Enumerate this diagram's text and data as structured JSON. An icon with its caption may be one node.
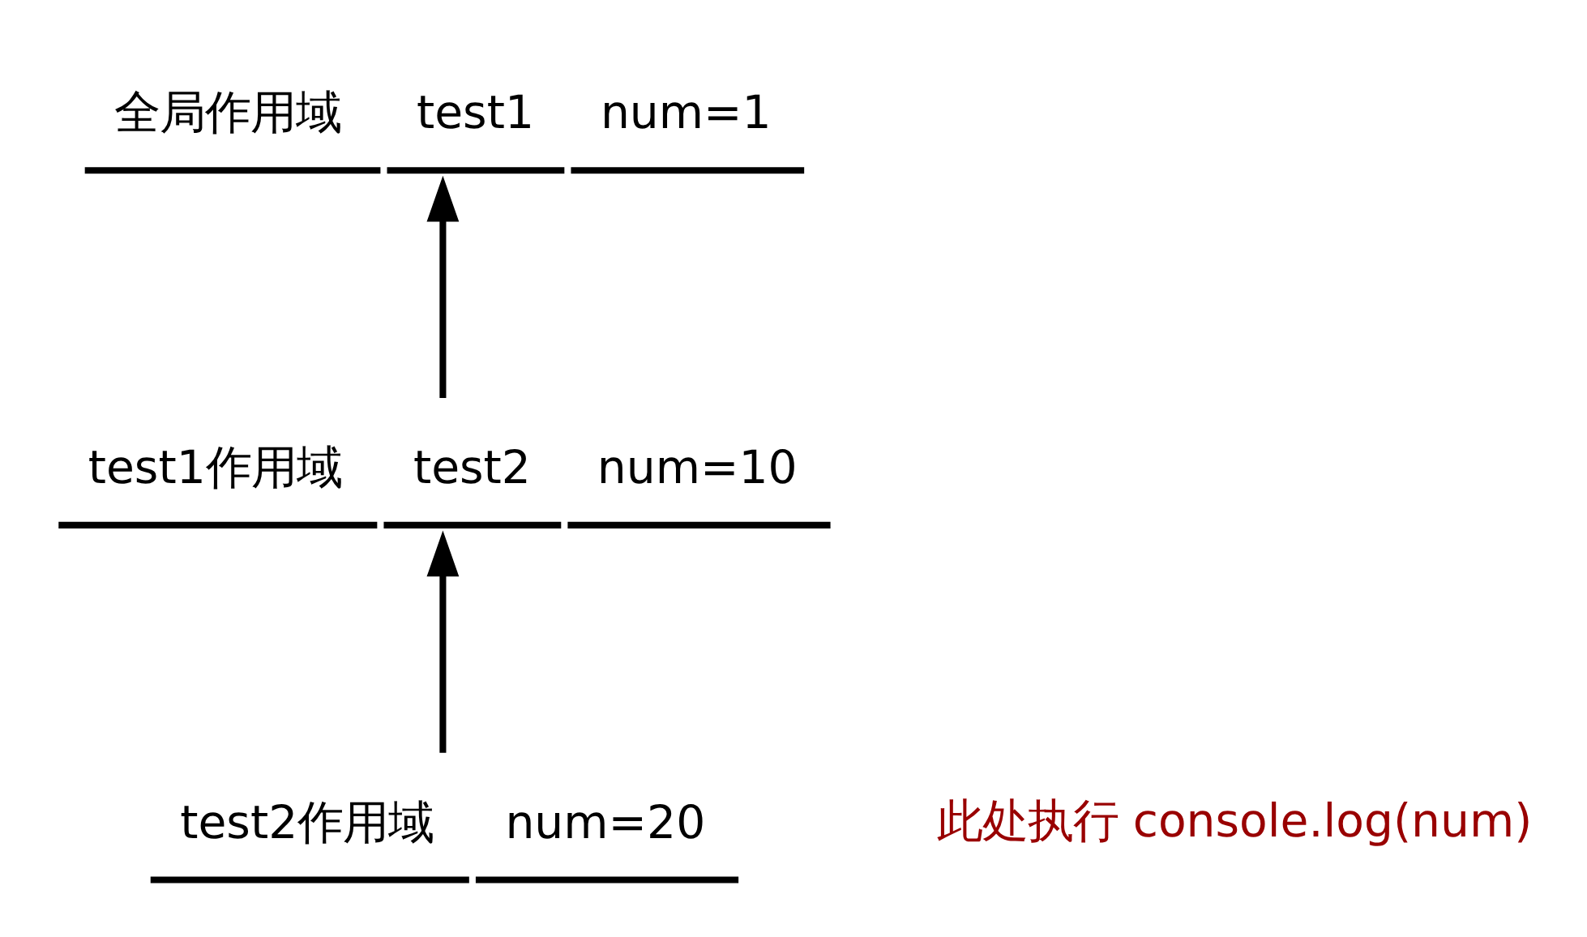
{
  "diagram": {
    "nodes": [
      {
        "text": [
          "全局作用域",
          "test1",
          "num=1"
        ]
      },
      {
        "text": [
          "test1作用域",
          "test2",
          "num=10"
        ]
      },
      {
        "text": [
          "test2作用域",
          "num=20"
        ]
      }
    ],
    "edges": [
      {
        "from": 1,
        "to": 0,
        "arrow": "to"
      },
      {
        "from": 2,
        "to": 1,
        "arrow": "to"
      }
    ],
    "labels": [
      "此处执行 console.log(num)"
    ]
  }
}
